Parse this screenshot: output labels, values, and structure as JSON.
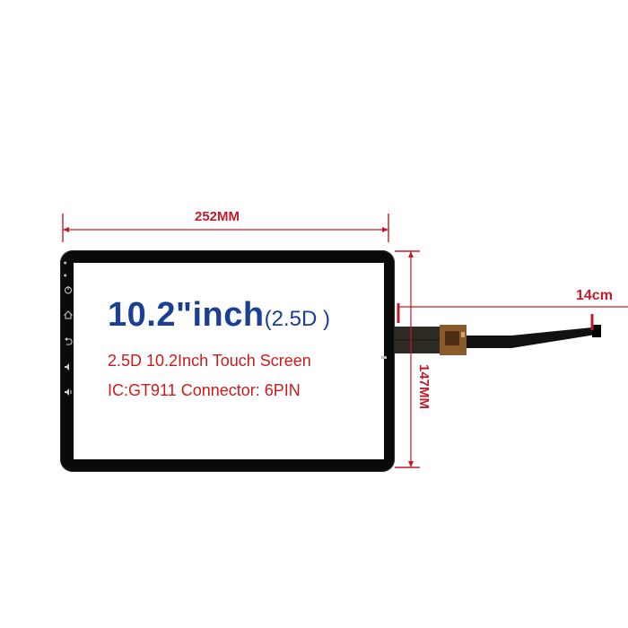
{
  "dimensions": {
    "width_label": "252MM",
    "height_label": "147MM",
    "cable_label": "14cm"
  },
  "panel": {
    "title_size": "10.2\"inch",
    "title_type": "(2.5D )",
    "line1": "2.5D 10.2Inch Touch Screen",
    "line2": "IC:GT911  Connector: 6PIN"
  },
  "icons": [
    "power-icon",
    "home-icon",
    "back-icon",
    "volume-down-icon",
    "volume-up-icon"
  ],
  "colors": {
    "dimension": "#c21c2b",
    "title": "#1b3f95",
    "spec_text": "#cc1a1a",
    "panel": "#0a0a0a"
  }
}
